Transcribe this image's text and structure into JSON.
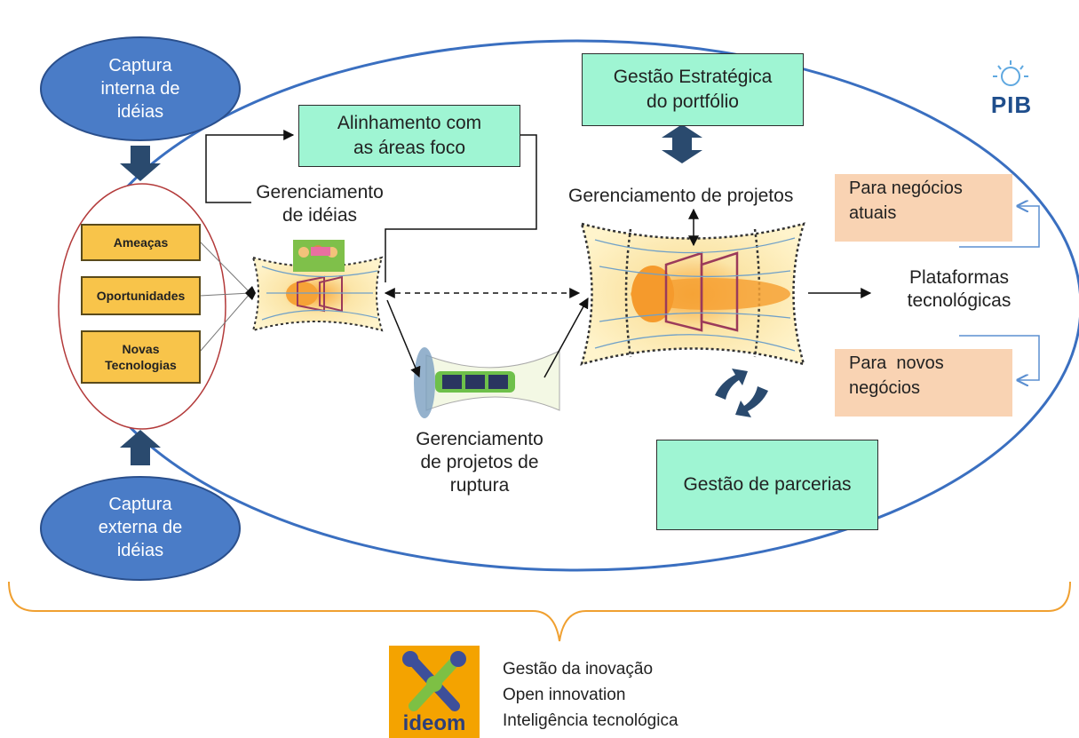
{
  "capture": {
    "internal": [
      "Captura",
      "interna de",
      "idéias"
    ],
    "external": [
      "Captura",
      "externa de",
      "idéias"
    ]
  },
  "inputs": {
    "threats": "Ameaças",
    "opportunities": "Oportunidades",
    "new_tech": [
      "Novas",
      "Tecnologias"
    ]
  },
  "alignment": [
    "Alinhamento com",
    "as áreas foco"
  ],
  "idea_management": [
    "Gerenciamento",
    "de idéias"
  ],
  "rupture": [
    "Gerenciamento",
    "de projetos de",
    "ruptura"
  ],
  "strategic": [
    "Gestão Estratégica",
    "do portfólio"
  ],
  "project_management": "Gerenciamento de projetos",
  "partnerships": "Gestão de parcerias",
  "platforms": [
    "Plataformas",
    "tecnológicas"
  ],
  "current_business": [
    "Para negócios",
    "atuais"
  ],
  "new_business": [
    "Para  novos",
    "negócios"
  ],
  "logos": {
    "pib": "PIB",
    "ideom": "ideom"
  },
  "footer": [
    "Gestão da inovação",
    "Open innovation",
    "Inteligência tecnológica"
  ],
  "colors": {
    "capture_fill": "#4a7cc7",
    "green_box": "#9ff5d3",
    "salmon_box": "#f9d3b3",
    "orange_box": "#f8c44a",
    "big_ellipse": "#3a6fc0",
    "brace": "#f0a030",
    "arrow_dark": "#2a4a6e"
  }
}
